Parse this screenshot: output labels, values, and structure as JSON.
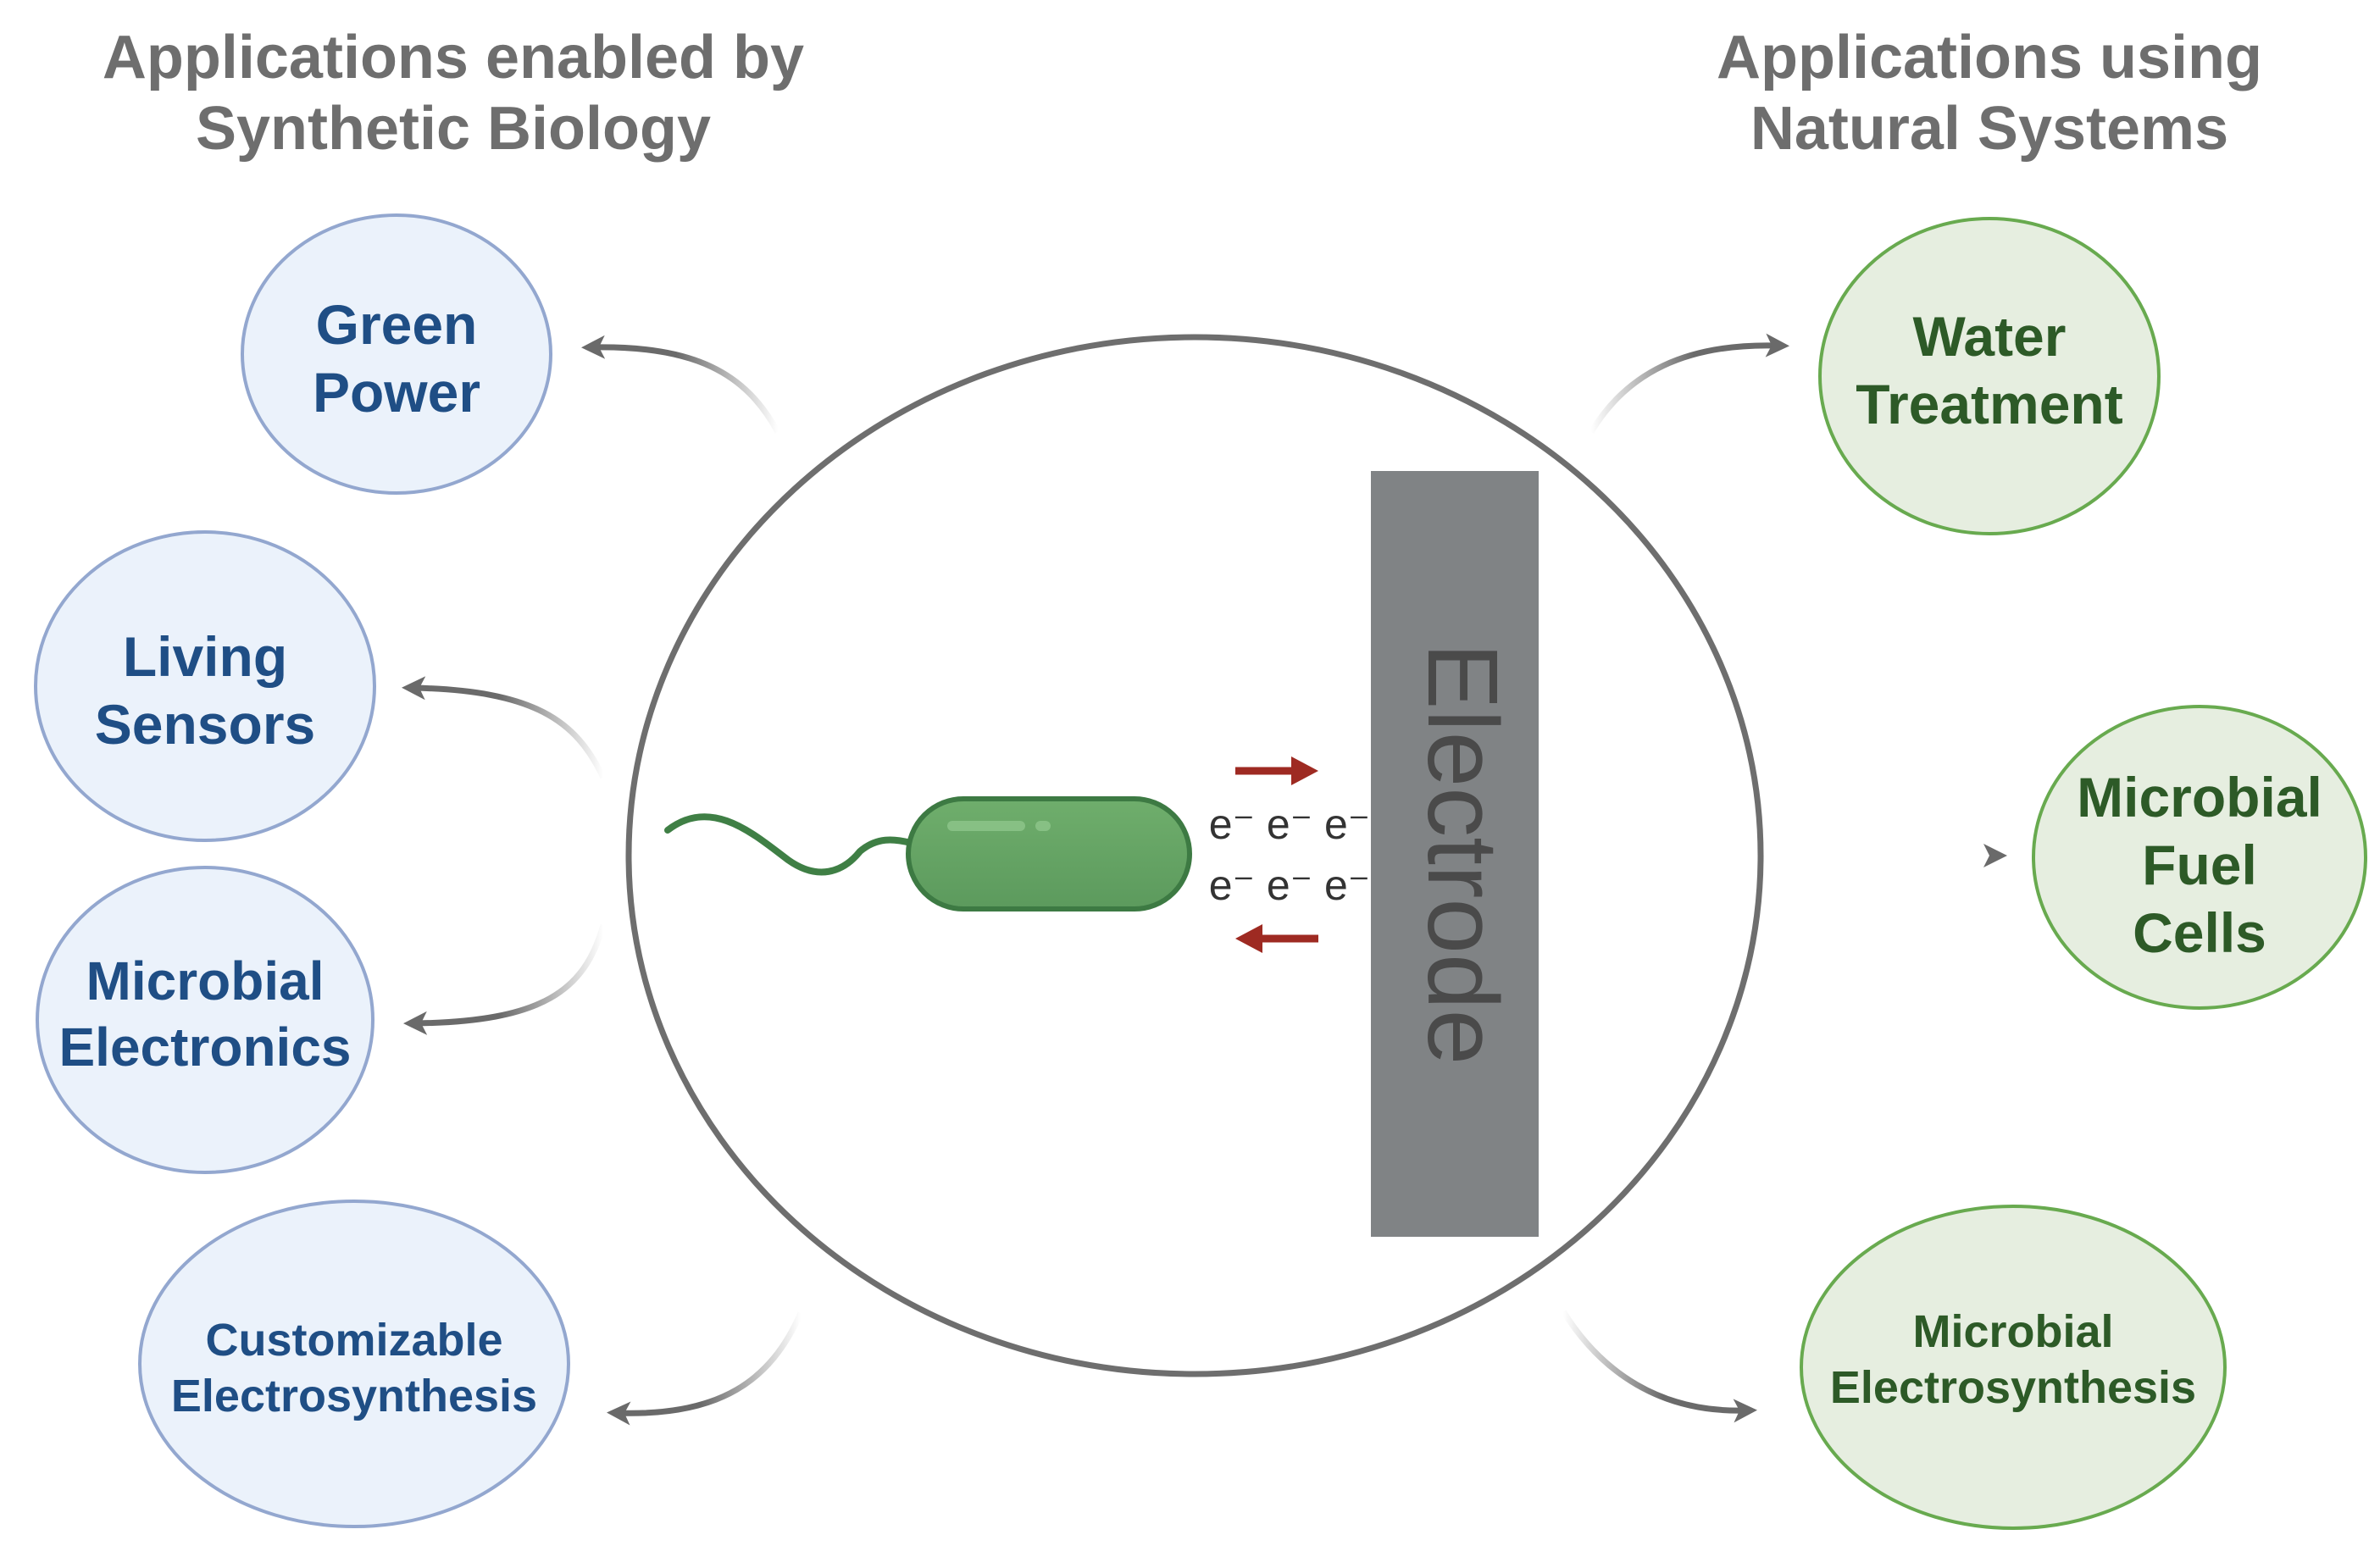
{
  "headers": {
    "left": [
      "Applications enabled by",
      "Synthetic Biology"
    ],
    "right": [
      "Applications using",
      "Natural Systems"
    ]
  },
  "synthetic_biology_applications": [
    {
      "lines": [
        "Green",
        "Power"
      ]
    },
    {
      "lines": [
        "Living",
        "Sensors"
      ]
    },
    {
      "lines": [
        "Microbial",
        "Electronics"
      ]
    },
    {
      "lines": [
        "Customizable",
        "Electrosynthesis"
      ]
    }
  ],
  "natural_system_applications": [
    {
      "lines": [
        "Water",
        "Treatment"
      ]
    },
    {
      "lines": [
        "Microbial",
        "Fuel",
        "Cells"
      ]
    },
    {
      "lines": [
        "Microbial",
        "Electrosynthesis"
      ]
    }
  ],
  "center": {
    "electrode_label": "Electrode",
    "electron_row_1": "e⁻ e⁻ e⁻",
    "electron_row_2": "e⁻ e⁻ e⁻"
  },
  "colors": {
    "synthetic_bubble_fill": "#ebf2fb",
    "synthetic_bubble_stroke": "#93a7cf",
    "synthetic_text": "#1f4e85",
    "natural_bubble_fill": "#e6eee0",
    "natural_bubble_stroke": "#68aa4f",
    "natural_text": "#2d5a27",
    "electrode": "#808385",
    "bacterium": "#66a869",
    "electron_arrow": "#9e2a22",
    "connector_arrow": "#6a6a6a"
  }
}
